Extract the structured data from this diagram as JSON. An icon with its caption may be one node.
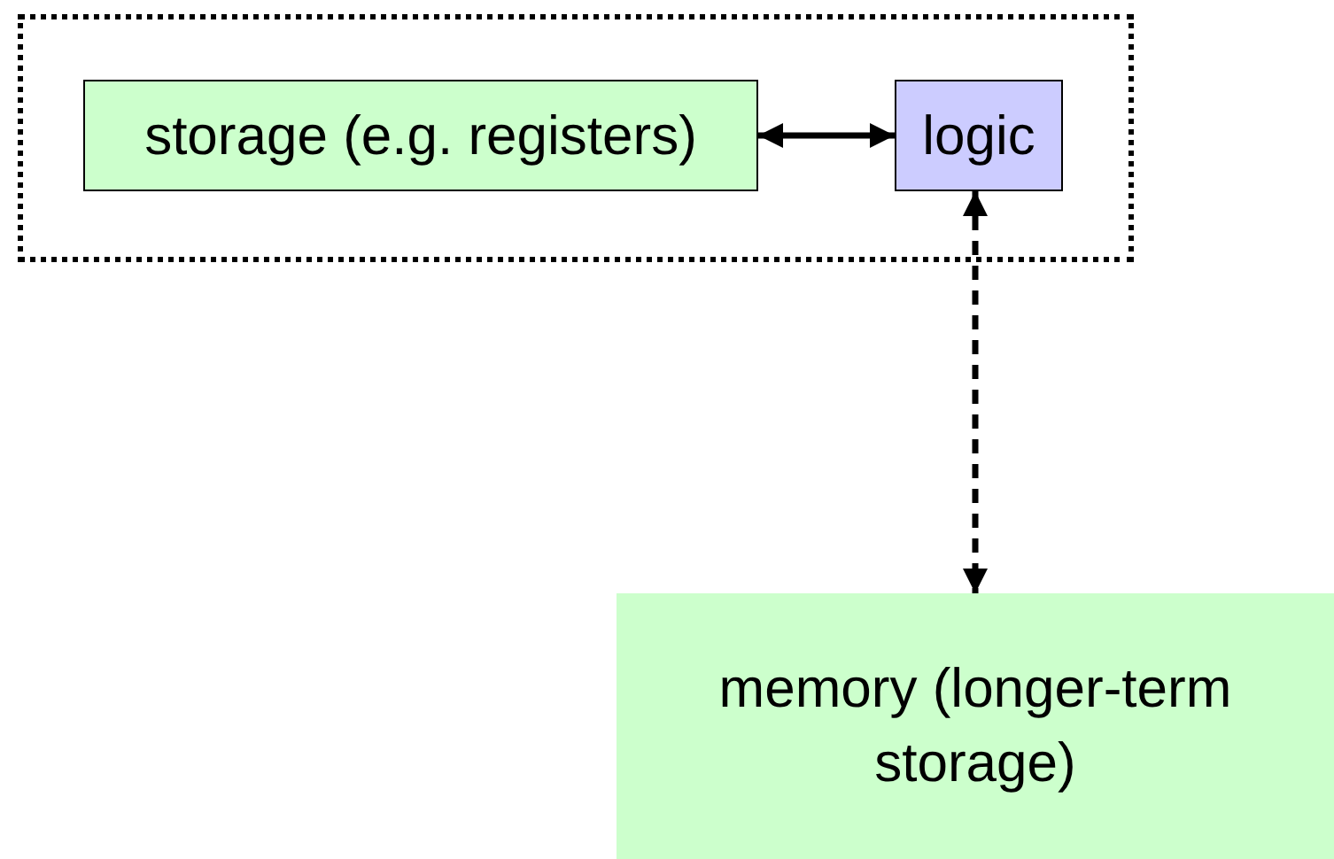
{
  "diagram": {
    "nodes": [
      {
        "text": [],
        "shape": "box"
      },
      {
        "text": [
          "storage (e.g. registers)"
        ],
        "in": 0
      },
      {
        "text": [
          "logic"
        ],
        "in": 0
      },
      {
        "text": [
          "memory (longer-term storage)"
        ]
      }
    ],
    "edges": [
      {
        "from": 1,
        "to": 2,
        "arrow": "both"
      },
      {
        "from": 2,
        "to": 3,
        "arrow": "both",
        "style": "dashed"
      }
    ]
  }
}
